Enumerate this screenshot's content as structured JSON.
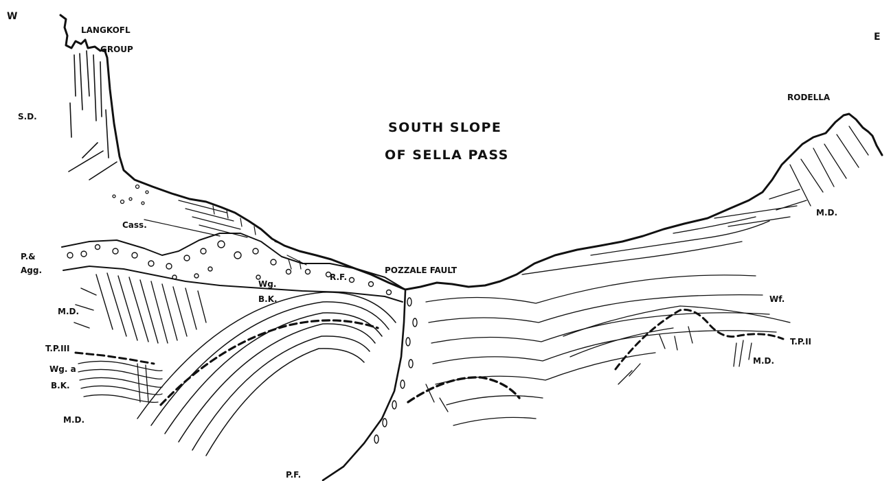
{
  "compass": {
    "west": "W",
    "east": "E"
  },
  "peaks": {
    "langkofl_line1": "LANGKOFL",
    "langkofl_line2": "GROUP",
    "rodella": "RODELLA"
  },
  "title": {
    "line1": "SOUTH SLOPE",
    "line2": "OF SELLA PASS"
  },
  "fault_label": "POZZALE FAULT",
  "formation_labels": {
    "sd": "S.D.",
    "cass": "Cass.",
    "p_agg_1": "P.&",
    "p_agg_2": "Agg.",
    "wg": "Wg.",
    "rf": "R.F.",
    "bk": "B.K.",
    "md_left_upper": "M.D.",
    "tp3": "T.P.III",
    "wg_bk_1": "Wg. a",
    "wg_bk_2": "B.K.",
    "md_left_lower": "M.D.",
    "pf": "P.F.",
    "md_right_upper": "M.D.",
    "wf": "Wf.",
    "tp2": "T.P.II",
    "md_right_lower": "M.D."
  }
}
